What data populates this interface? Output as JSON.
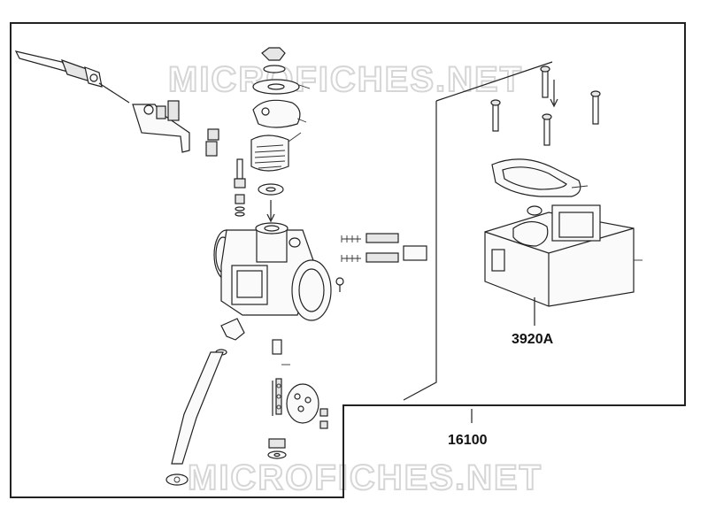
{
  "watermark": {
    "top": "MICROFICHES.NET",
    "bottom": "MICROFICHES.NET"
  },
  "callouts": {
    "assembly": "16100",
    "part": "3920A"
  }
}
